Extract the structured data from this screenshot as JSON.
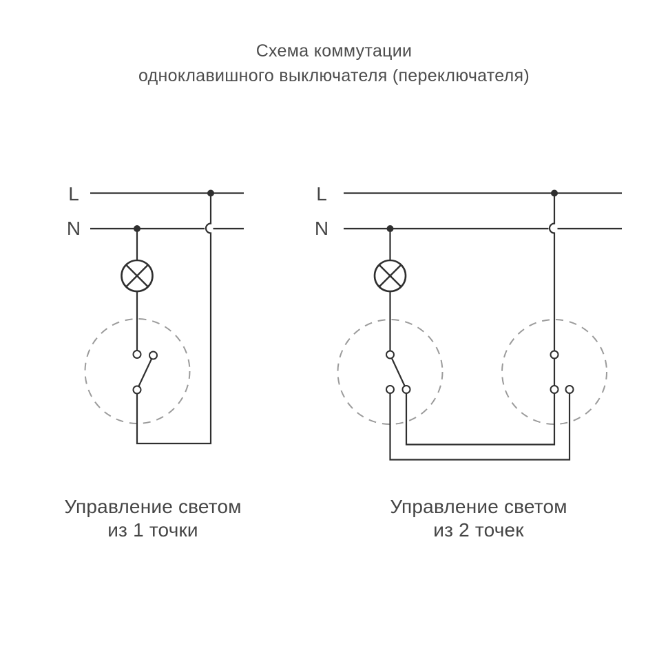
{
  "title": {
    "line1": "Схема коммутации",
    "line2": "одноклавишного выключателя (переключателя)"
  },
  "diagrams": [
    {
      "id": "control-from-1-point",
      "line_l": "L",
      "line_n": "N",
      "caption_line1": "Управление светом",
      "caption_line2": "из 1 точки",
      "symbols": [
        "live-wire",
        "neutral-wire",
        "lamp",
        "single-key-switch",
        "switch-enclosure"
      ]
    },
    {
      "id": "control-from-2-points",
      "line_l": "L",
      "line_n": "N",
      "caption_line1": "Управление светом",
      "caption_line2": "из 2 точек",
      "symbols": [
        "live-wire",
        "neutral-wire",
        "lamp",
        "changeover-switch-1",
        "changeover-switch-2",
        "switch-enclosures",
        "traveler-wires"
      ]
    }
  ],
  "colors": {
    "wire": "#2f2f2f",
    "dashed_enclosure": "#9b9b9b",
    "text": "#454545",
    "title": "#4d4d4d",
    "background": "#ffffff"
  }
}
